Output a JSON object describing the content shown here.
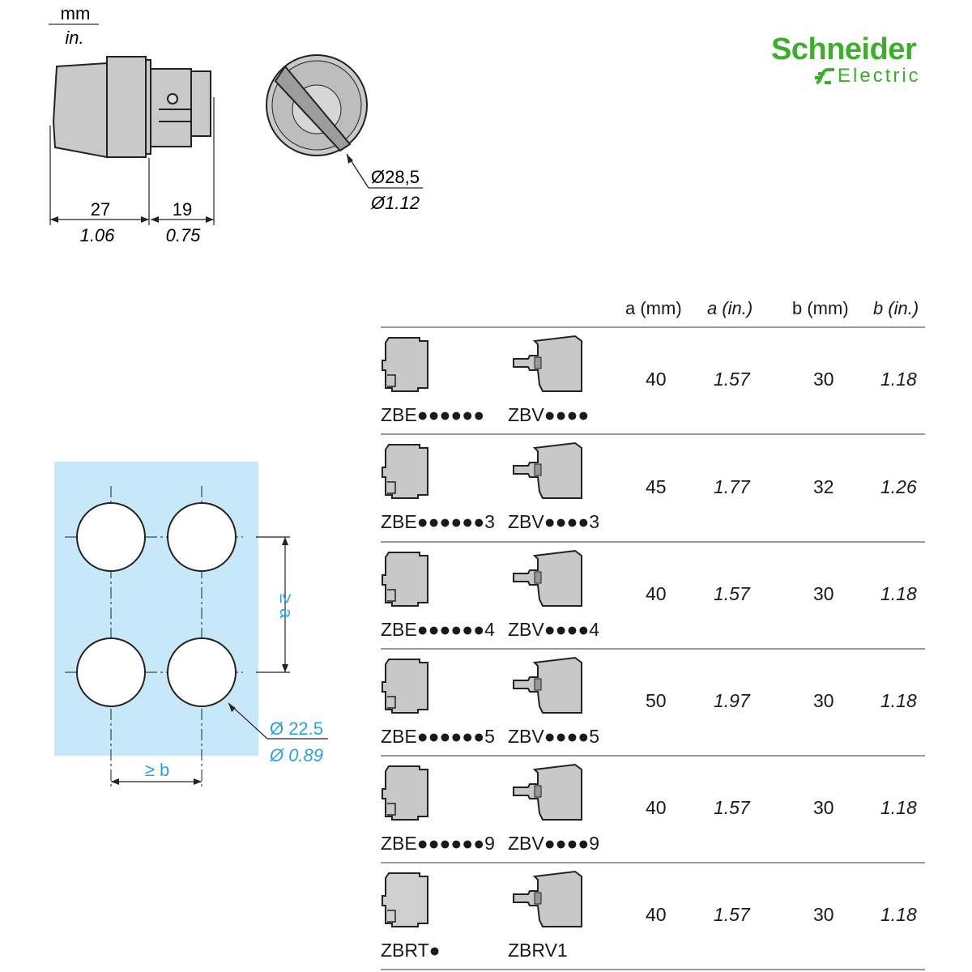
{
  "brand": {
    "name": "Schneider",
    "sub": "Electric",
    "color": "#3dae2b"
  },
  "units": {
    "metric": "mm",
    "imperial": "in."
  },
  "side_view": {
    "dim1_mm": "27",
    "dim1_in": "1.06",
    "dim2_mm": "19",
    "dim2_in": "0.75"
  },
  "front_view": {
    "diameter_mm": "Ø28,5",
    "diameter_in": "Ø1.12"
  },
  "cutout": {
    "panel_color": "#c6e8f8",
    "accent_color": "#29a3dc",
    "spacing_a": "≥ a",
    "spacing_b": "≥ b",
    "hole_mm": "Ø 22.5",
    "hole_in": "Ø 0.89"
  },
  "table": {
    "headers": [
      "a (mm)",
      "a (in.)",
      "b (mm)",
      "b (in.)"
    ],
    "rows": [
      {
        "left_code": "ZBE●●●●●●",
        "right_code": "ZBV●●●●",
        "a_mm": "40",
        "a_in": "1.57",
        "b_mm": "30",
        "b_in": "1.18"
      },
      {
        "left_code": "ZBE●●●●●●3",
        "right_code": "ZBV●●●●3",
        "a_mm": "45",
        "a_in": "1.77",
        "b_mm": "32",
        "b_in": "1.26"
      },
      {
        "left_code": "ZBE●●●●●●4",
        "right_code": "ZBV●●●●4",
        "a_mm": "40",
        "a_in": "1.57",
        "b_mm": "30",
        "b_in": "1.18"
      },
      {
        "left_code": "ZBE●●●●●●5",
        "right_code": "ZBV●●●●5",
        "a_mm": "50",
        "a_in": "1.97",
        "b_mm": "30",
        "b_in": "1.18"
      },
      {
        "left_code": "ZBE●●●●●●9",
        "right_code": "ZBV●●●●9",
        "a_mm": "40",
        "a_in": "1.57",
        "b_mm": "30",
        "b_in": "1.18"
      },
      {
        "left_code": "ZBRT●",
        "right_code": "ZBRV1",
        "a_mm": "40",
        "a_in": "1.57",
        "b_mm": "30",
        "b_in": "1.18"
      }
    ]
  }
}
